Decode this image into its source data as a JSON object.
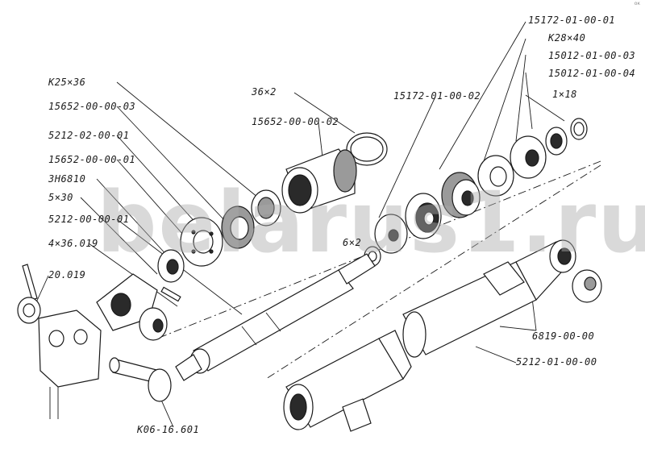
{
  "corner_mark": "ок",
  "watermark": "belarus1.ru",
  "labels": {
    "l_15172_01_00_01": "15172-01-00-01",
    "l_k28x40": "К28×40",
    "l_15012_01_00_03": "15012-01-00-03",
    "l_15012_01_00_04": "15012-01-00-04",
    "l_1x18": "1×18",
    "l_36x2": "36×2",
    "l_15652_00_00_02": "15652-00-00-02",
    "l_15172_01_00_02": "15172-01-00-02",
    "l_k25x36": "К25×36",
    "l_15652_00_00_03": "15652-00-00-03",
    "l_5212_02_00_01": "5212-02-00-01",
    "l_15652_00_00_01": "15652-00-00-01",
    "l_3h6810": "3Н6810",
    "l_5x30": "5×30",
    "l_5212_00_00_01": "5212-00-00-01",
    "l_4x36_019": "4×36.019",
    "l_20_019": "20.019",
    "l_6x2": "6×2",
    "l_6819_00_00": "6819-00-00",
    "l_5212_01_00_00": "5212-01-00-00",
    "l_k06_16_601": "К06-16.601"
  }
}
